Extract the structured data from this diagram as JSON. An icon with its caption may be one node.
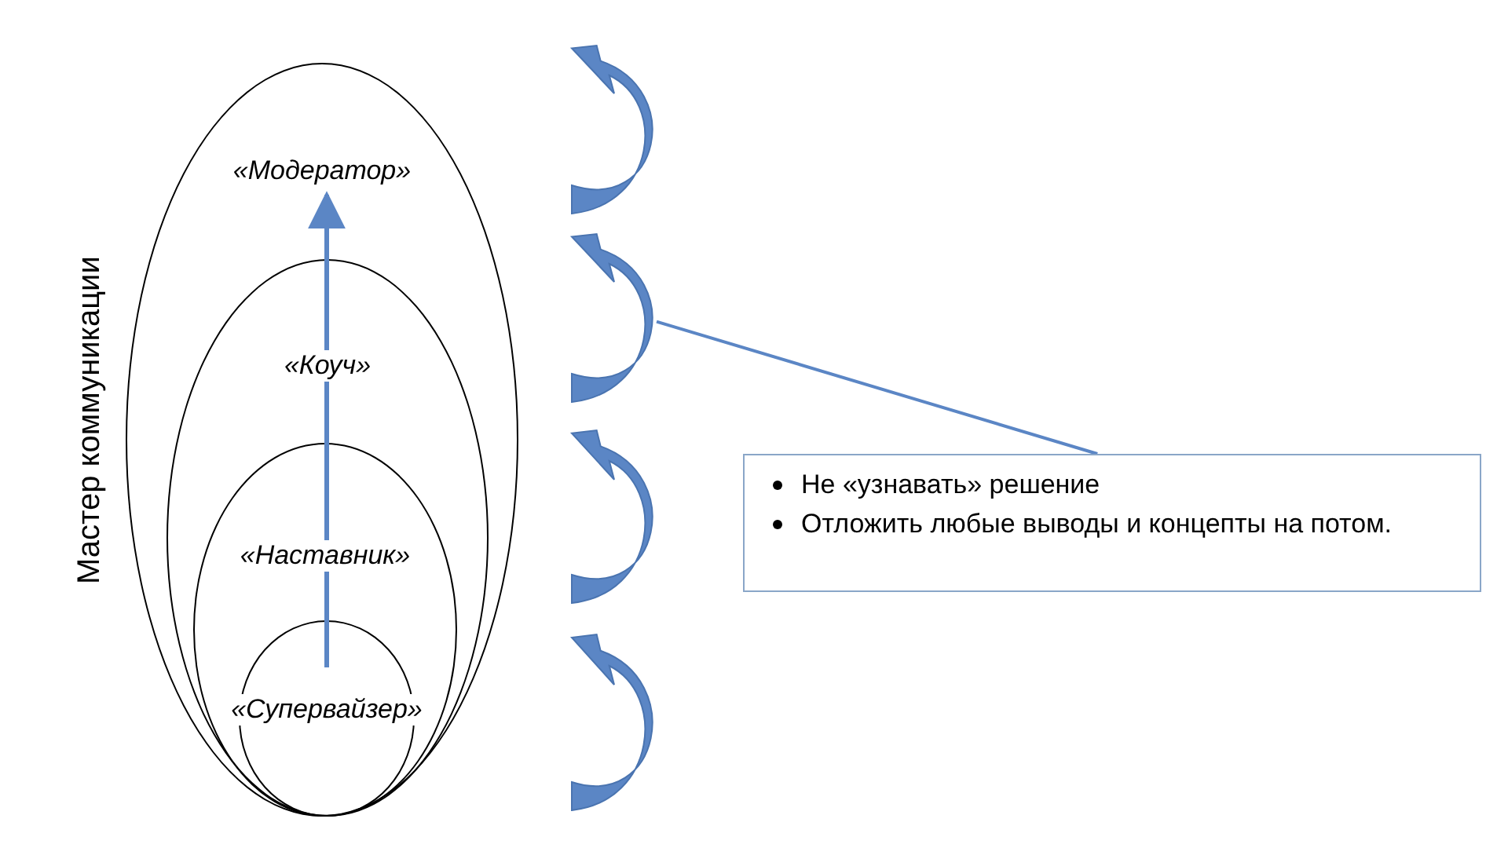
{
  "diagram": {
    "nodes": [
      {
        "text": [
          "«Модератор»"
        ]
      },
      {
        "text": [
          "«Коуч»"
        ],
        "in": 0
      },
      {
        "text": [
          "«Наставник»"
        ],
        "in": 1
      },
      {
        "text": [
          "«Супервайзер»"
        ],
        "in": 2
      },
      {
        "text": [],
        "shape": "arrow"
      },
      {
        "text": [],
        "shape": "arrow"
      },
      {
        "text": [],
        "shape": "arrow"
      },
      {
        "text": [],
        "shape": "arrow"
      },
      {
        "text": [
          "Не «узнавать» решение",
          "Отложить любые выводы и концепты на потом."
        ]
      }
    ],
    "edges": [
      {
        "from": 3,
        "to": 0,
        "arrow": "to"
      },
      {
        "from": 8,
        "to": 5,
        "arrow": "none"
      }
    ],
    "labels": [
      "Мастер коммуникации"
    ]
  }
}
